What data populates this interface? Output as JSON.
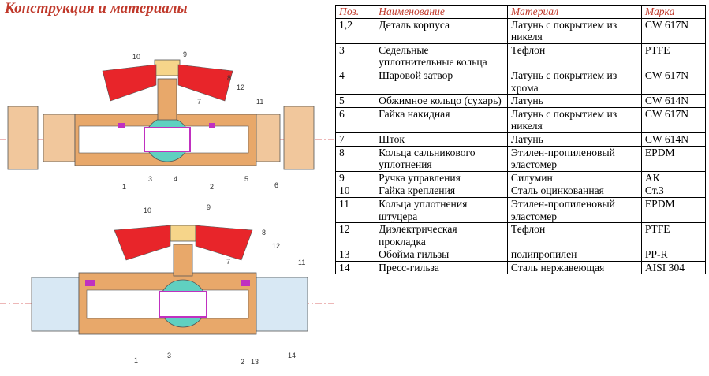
{
  "title": "Конструкция и материалы",
  "diagram": {
    "top_labels": [
      "10",
      "9",
      "8",
      "12",
      "7",
      "11",
      "1",
      "3",
      "4",
      "2",
      "5",
      "6"
    ],
    "bottom_labels": [
      "10",
      "9",
      "8",
      "12",
      "7",
      "11",
      "1",
      "3",
      "2",
      "13",
      "14"
    ],
    "colors": {
      "brass": "#e8a86a",
      "handle": "#e8252a",
      "seal": "#c030c0",
      "pipe": "#d8e8f4",
      "accent": "#c0392b"
    }
  },
  "table": {
    "headers": [
      "Поз.",
      "Наименование",
      "Материал",
      "Марка"
    ],
    "rows": [
      [
        "1,2",
        "Деталь корпуса",
        "Латунь с покрытием из никеля",
        "CW 617N"
      ],
      [
        "3",
        "Седельные уплотнительные кольца",
        "Тефлон",
        "PTFE"
      ],
      [
        "4",
        "Шаровой затвор",
        "Латунь с покрытием из хрома",
        "CW 617N"
      ],
      [
        "5",
        "Обжимное кольцо (сухарь)",
        "Латунь",
        "CW 614N"
      ],
      [
        "6",
        "Гайка накидная",
        "Латунь с покрытием из никеля",
        "CW 617N"
      ],
      [
        "7",
        "Шток",
        "Латунь",
        "CW 614N"
      ],
      [
        "8",
        "Кольца сальникового уплотнения",
        "Этилен-пропиленовый эластомер",
        "EPDM"
      ],
      [
        "9",
        "Ручка управления",
        "Силумин",
        "АК"
      ],
      [
        "10",
        "Гайка крепления",
        "Сталь оцинкованная",
        "Ст.3"
      ],
      [
        "11",
        "Кольца уплотнения штуцера",
        "Этилен-пропиленовый эластомер",
        "EPDM"
      ],
      [
        "12",
        "Диэлектрическая прокладка",
        "Тефлон",
        "PTFE"
      ],
      [
        "13",
        "Обойма гильзы",
        "полипропилен",
        "PP-R"
      ],
      [
        "14",
        "Пресс-гильза",
        "Сталь нержавеющая",
        "AISI 304"
      ]
    ]
  }
}
